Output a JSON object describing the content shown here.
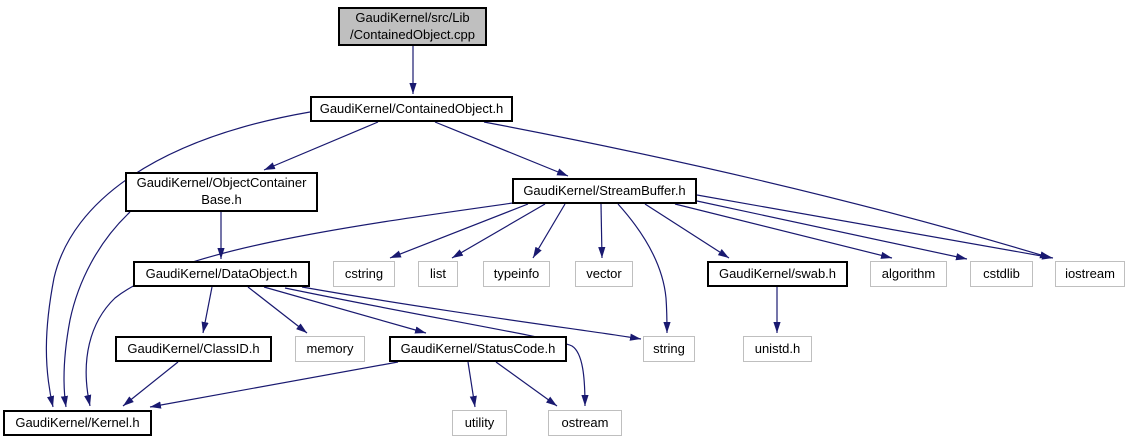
{
  "colors": {
    "edge": "#191970",
    "source_node_fill": "#bfbfbf",
    "node_fill": "#ffffff",
    "internal_border": "#000000",
    "system_border": "#bfbfbf",
    "text": "#000000"
  },
  "diagram": {
    "type": "include-dependency-graph",
    "nodes": [
      {
        "id": "cpp",
        "label": "GaudiKernel/src/Lib\n/ContainedObject.cpp",
        "type": "source"
      },
      {
        "id": "contained_object_h",
        "label": "GaudiKernel/ContainedObject.h",
        "type": "header"
      },
      {
        "id": "object_container_base_h",
        "label": "GaudiKernel/ObjectContainer\nBase.h",
        "type": "header"
      },
      {
        "id": "stream_buffer_h",
        "label": "GaudiKernel/StreamBuffer.h",
        "type": "header"
      },
      {
        "id": "data_object_h",
        "label": "GaudiKernel/DataObject.h",
        "type": "header"
      },
      {
        "id": "cstring",
        "label": "cstring",
        "type": "system"
      },
      {
        "id": "list",
        "label": "list",
        "type": "system"
      },
      {
        "id": "typeinfo",
        "label": "typeinfo",
        "type": "system"
      },
      {
        "id": "vector",
        "label": "vector",
        "type": "system"
      },
      {
        "id": "swab_h",
        "label": "GaudiKernel/swab.h",
        "type": "header"
      },
      {
        "id": "algorithm",
        "label": "algorithm",
        "type": "system"
      },
      {
        "id": "cstdlib",
        "label": "cstdlib",
        "type": "system"
      },
      {
        "id": "iostream",
        "label": "iostream",
        "type": "system"
      },
      {
        "id": "class_id_h",
        "label": "GaudiKernel/ClassID.h",
        "type": "header"
      },
      {
        "id": "memory",
        "label": "memory",
        "type": "system"
      },
      {
        "id": "status_code_h",
        "label": "GaudiKernel/StatusCode.h",
        "type": "header"
      },
      {
        "id": "string",
        "label": "string",
        "type": "system"
      },
      {
        "id": "unistd_h",
        "label": "unistd.h",
        "type": "system"
      },
      {
        "id": "kernel_h",
        "label": "GaudiKernel/Kernel.h",
        "type": "header"
      },
      {
        "id": "utility",
        "label": "utility",
        "type": "system"
      },
      {
        "id": "ostream",
        "label": "ostream",
        "type": "system"
      }
    ],
    "edges": [
      {
        "from": "cpp",
        "to": "contained_object_h"
      },
      {
        "from": "contained_object_h",
        "to": "object_container_base_h"
      },
      {
        "from": "contained_object_h",
        "to": "stream_buffer_h"
      },
      {
        "from": "contained_object_h",
        "to": "kernel_h"
      },
      {
        "from": "contained_object_h",
        "to": "iostream"
      },
      {
        "from": "object_container_base_h",
        "to": "data_object_h"
      },
      {
        "from": "object_container_base_h",
        "to": "kernel_h"
      },
      {
        "from": "stream_buffer_h",
        "to": "cstring"
      },
      {
        "from": "stream_buffer_h",
        "to": "list"
      },
      {
        "from": "stream_buffer_h",
        "to": "typeinfo"
      },
      {
        "from": "stream_buffer_h",
        "to": "vector"
      },
      {
        "from": "stream_buffer_h",
        "to": "string"
      },
      {
        "from": "stream_buffer_h",
        "to": "swab_h"
      },
      {
        "from": "stream_buffer_h",
        "to": "algorithm"
      },
      {
        "from": "stream_buffer_h",
        "to": "cstdlib"
      },
      {
        "from": "stream_buffer_h",
        "to": "iostream"
      },
      {
        "from": "stream_buffer_h",
        "to": "kernel_h"
      },
      {
        "from": "swab_h",
        "to": "unistd_h"
      },
      {
        "from": "data_object_h",
        "to": "class_id_h"
      },
      {
        "from": "data_object_h",
        "to": "memory"
      },
      {
        "from": "data_object_h",
        "to": "status_code_h"
      },
      {
        "from": "data_object_h",
        "to": "string"
      },
      {
        "from": "data_object_h",
        "to": "ostream"
      },
      {
        "from": "class_id_h",
        "to": "kernel_h"
      },
      {
        "from": "status_code_h",
        "to": "utility"
      },
      {
        "from": "status_code_h",
        "to": "ostream"
      },
      {
        "from": "status_code_h",
        "to": "kernel_h"
      }
    ]
  }
}
